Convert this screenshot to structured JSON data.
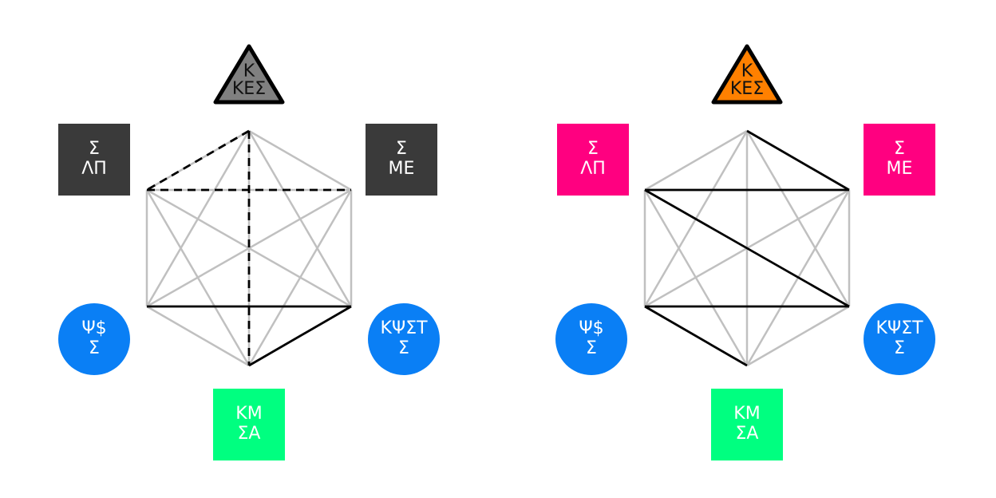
{
  "colors": {
    "background": "#ffffff",
    "gray_edge": "#c0c0c0",
    "black_edge": "#000000",
    "dark_square": "#3a3a3a",
    "magenta_square": "#ff0080",
    "blue_circle": "#0a7ff5",
    "green_square": "#00ff80",
    "gray_triangle": "#808080",
    "orange_triangle": "#ff8000"
  },
  "diagrams": [
    {
      "id": "left",
      "nodes": [
        {
          "key": "top",
          "shape": "triangle",
          "color": "#808080",
          "lines": [
            "Κ",
            "ΚΕΣ"
          ]
        },
        {
          "key": "upper_left",
          "shape": "square",
          "color": "#3a3a3a",
          "lines": [
            "Σ",
            "ΛΠ"
          ]
        },
        {
          "key": "upper_right",
          "shape": "square",
          "color": "#3a3a3a",
          "lines": [
            "Σ",
            "ΜΕ"
          ]
        },
        {
          "key": "lower_left",
          "shape": "circle",
          "color": "#0a7ff5",
          "lines": [
            "Ψ$",
            "Σ"
          ]
        },
        {
          "key": "lower_right",
          "shape": "circle",
          "color": "#0a7ff5",
          "lines": [
            "ΚΨΣΤ",
            "Σ"
          ]
        },
        {
          "key": "bottom",
          "shape": "square",
          "color": "#00ff80",
          "lines": [
            "ΚΜ",
            "ΣΑ"
          ]
        }
      ],
      "edges": [
        {
          "from": "top",
          "to": "upper_left",
          "style": "dashed"
        },
        {
          "from": "top",
          "to": "bottom",
          "style": "dashed"
        },
        {
          "from": "upper_left",
          "to": "upper_right",
          "style": "dashed"
        },
        {
          "from": "lower_left",
          "to": "lower_right",
          "style": "solid"
        },
        {
          "from": "bottom",
          "to": "lower_right",
          "style": "solid"
        }
      ]
    },
    {
      "id": "right",
      "nodes": [
        {
          "key": "top",
          "shape": "triangle",
          "color": "#ff8000",
          "lines": [
            "Κ",
            "ΚΕΣ"
          ]
        },
        {
          "key": "upper_left",
          "shape": "square",
          "color": "#ff0080",
          "lines": [
            "Σ",
            "ΛΠ"
          ]
        },
        {
          "key": "upper_right",
          "shape": "square",
          "color": "#ff0080",
          "lines": [
            "Σ",
            "ΜΕ"
          ]
        },
        {
          "key": "lower_left",
          "shape": "circle",
          "color": "#0a7ff5",
          "lines": [
            "Ψ$",
            "Σ"
          ]
        },
        {
          "key": "lower_right",
          "shape": "circle",
          "color": "#0a7ff5",
          "lines": [
            "ΚΨΣΤ",
            "Σ"
          ]
        },
        {
          "key": "bottom",
          "shape": "square",
          "color": "#00ff80",
          "lines": [
            "ΚΜ",
            "ΣΑ"
          ]
        }
      ],
      "edges": [
        {
          "from": "top",
          "to": "upper_right",
          "style": "solid"
        },
        {
          "from": "upper_left",
          "to": "upper_right",
          "style": "solid"
        },
        {
          "from": "upper_left",
          "to": "lower_right",
          "style": "solid"
        },
        {
          "from": "lower_left",
          "to": "lower_right",
          "style": "solid"
        },
        {
          "from": "lower_left",
          "to": "bottom",
          "style": "solid"
        }
      ]
    }
  ]
}
